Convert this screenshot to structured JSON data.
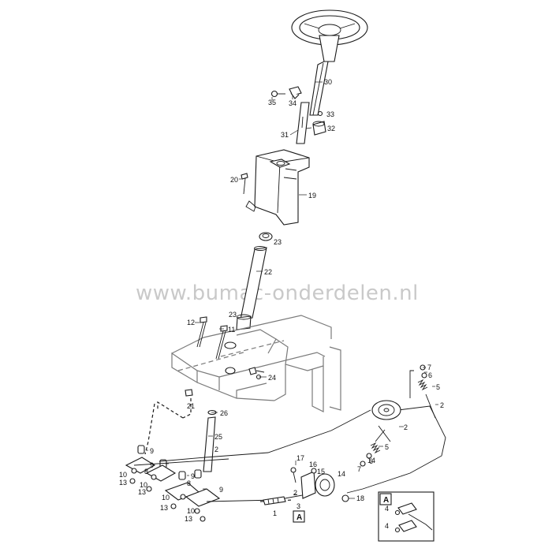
{
  "watermark": "www.bumac-onderdelen.nl",
  "callouts": {
    "c30": "30",
    "c35": "35",
    "c34": "34",
    "c33": "33",
    "c32": "32",
    "c31": "31",
    "c20": "20",
    "c19": "19",
    "c23a": "23",
    "c22": "22",
    "c23b": "23",
    "c12": "12",
    "c11": "11",
    "c24": "24",
    "c21": "21",
    "c26": "26",
    "c25": "25",
    "c9a": "9",
    "c9b": "9",
    "c9c": "9",
    "c9d": "9",
    "c8a": "8",
    "c8b": "8",
    "c10a": "10",
    "c10b": "10",
    "c10c": "10",
    "c13a": "13",
    "c13b": "13",
    "c13c": "13",
    "c2a": "2",
    "c2b": "2",
    "c2c": "2",
    "c2d": "2",
    "c1": "1",
    "c3": "3",
    "c17": "17",
    "c16": "16",
    "c15": "15",
    "c14a": "14",
    "c14b": "14",
    "c18": "18",
    "c7a": "7",
    "c7b": "7",
    "c6a": "6",
    "c6b": "6",
    "c5a": "5",
    "c5b": "5",
    "c4a": "4",
    "c4b": "4"
  },
  "detail_box_label": "A",
  "section_marker": "A"
}
